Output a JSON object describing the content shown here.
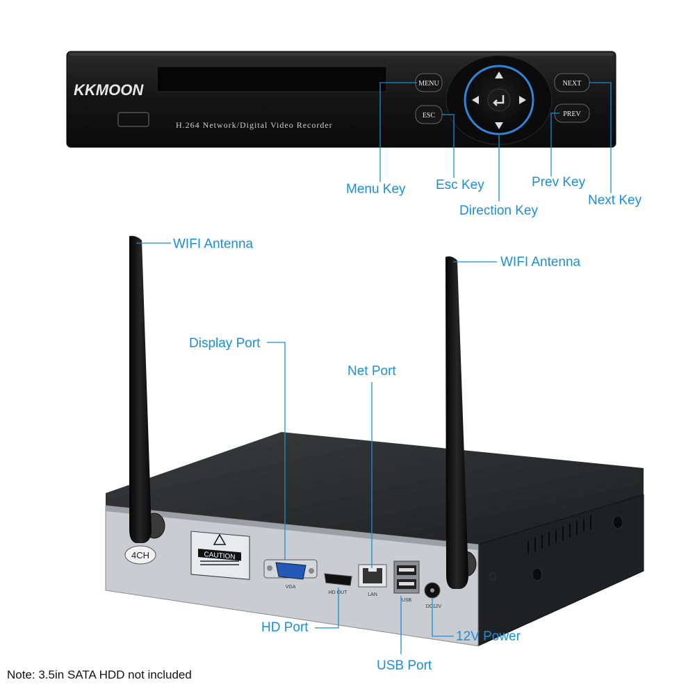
{
  "front_panel": {
    "brand": "KKMOON",
    "model_text": "H.264 Network/Digital Video Recorder",
    "buttons": {
      "menu": "MENU",
      "esc": "ESC",
      "next": "NEXT",
      "prev": "PREV"
    }
  },
  "rear_panel": {
    "channel_badge": "4CH",
    "caution_label": "CAUTION",
    "port_labels": {
      "vga": "VGA",
      "hdmi": "HD OUT",
      "lan": "LAN",
      "usb": "USB",
      "dc": "DC12V"
    }
  },
  "callouts": {
    "menu_key": "Menu Key",
    "esc_key": "Esc Key",
    "direction_key": "Direction Key",
    "prev_key": "Prev Key",
    "next_key": "Next Key",
    "wifi_antenna_left": "WIFI Antenna",
    "wifi_antenna_right": "WIFI Antenna",
    "display_port": "Display Port",
    "net_port": "Net Port",
    "hd_port": "HD Port",
    "usb_port": "USB Port",
    "power": "12V Power"
  },
  "note": "Note: 3.5in SATA HDD not included",
  "colors": {
    "callout": "#1a8fd6",
    "body": "#1b1b1b",
    "panel": "#c9cdd2",
    "accent_ring": "#2f86d8"
  }
}
